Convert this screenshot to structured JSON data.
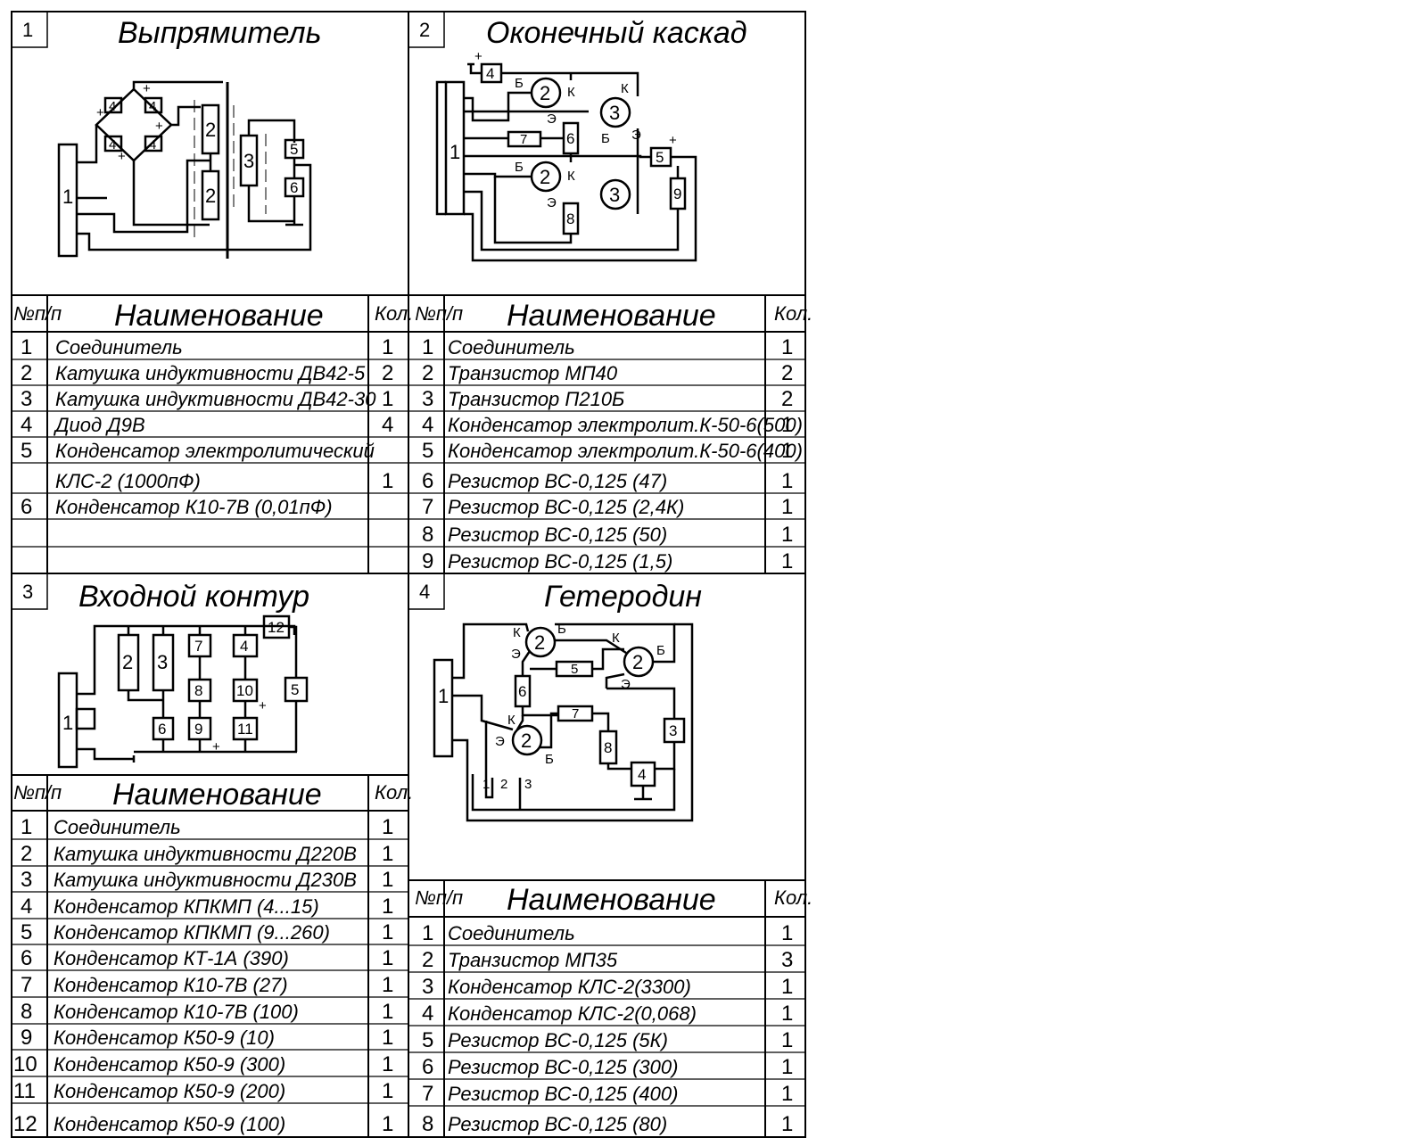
{
  "panels": [
    {
      "number": "1",
      "title": "Выпрямитель",
      "table": {
        "headers": [
          "№п/п",
          "Наименование",
          "Кол."
        ],
        "rows": [
          {
            "n": "1",
            "name": "Соединитель",
            "qty": "1"
          },
          {
            "n": "2",
            "name": "Катушка индуктивности ДВ42-5",
            "qty": "2"
          },
          {
            "n": "3",
            "name": "Катушка индуктивности ДВ42-30",
            "qty": "1"
          },
          {
            "n": "4",
            "name": "Диод Д9В",
            "qty": "4"
          },
          {
            "n": "5",
            "name": "Конденсатор электролитический",
            "qty": ""
          },
          {
            "n": "",
            "name": "КЛС-2 (1000пФ)",
            "qty": "1"
          },
          {
            "n": "6",
            "name": "Конденсатор К10-7В (0,01пФ)",
            "qty": ""
          },
          {
            "n": "",
            "name": "",
            "qty": ""
          },
          {
            "n": "",
            "name": "",
            "qty": ""
          }
        ]
      }
    },
    {
      "number": "2",
      "title": "Оконечный каскад",
      "table": {
        "headers": [
          "№п/п",
          "Наименование",
          "Кол."
        ],
        "rows": [
          {
            "n": "1",
            "name": "Соединитель",
            "qty": "1"
          },
          {
            "n": "2",
            "name": "Транзистор МП40",
            "qty": "2"
          },
          {
            "n": "3",
            "name": "Транзистор П210Б",
            "qty": "2"
          },
          {
            "n": "4",
            "name": "Конденсатор электролит.К-50-6(500)",
            "qty": "1"
          },
          {
            "n": "5",
            "name": "Конденсатор электролит.К-50-6(400)",
            "qty": "1"
          },
          {
            "n": "6",
            "name": "Резистор ВС-0,125 (47)",
            "qty": "1"
          },
          {
            "n": "7",
            "name": "Резистор ВС-0,125 (2,4К)",
            "qty": "1"
          },
          {
            "n": "8",
            "name": "Резистор ВС-0,125 (50)",
            "qty": "1"
          },
          {
            "n": "9",
            "name": "Резистор ВС-0,125 (1,5)",
            "qty": "1"
          }
        ]
      }
    },
    {
      "number": "3",
      "title": "Входной контур",
      "table": {
        "headers": [
          "№п/п",
          "Наименование",
          "Кол."
        ],
        "rows": [
          {
            "n": "1",
            "name": "Соединитель",
            "qty": "1"
          },
          {
            "n": "2",
            "name": "Катушка индуктивности Д220В",
            "qty": "1"
          },
          {
            "n": "3",
            "name": "Катушка индуктивности Д230В",
            "qty": "1"
          },
          {
            "n": "4",
            "name": "Конденсатор КПКМП (4...15)",
            "qty": "1"
          },
          {
            "n": "5",
            "name": "Конденсатор КПКМП (9...260)",
            "qty": "1"
          },
          {
            "n": "6",
            "name": "Конденсатор КТ-1А (390)",
            "qty": "1"
          },
          {
            "n": "7",
            "name": "Конденсатор К10-7В (27)",
            "qty": "1"
          },
          {
            "n": "8",
            "name": "Конденсатор К10-7В (100)",
            "qty": "1"
          },
          {
            "n": "9",
            "name": "Конденсатор К50-9 (10)",
            "qty": "1"
          },
          {
            "n": "10",
            "name": "Конденсатор К50-9 (300)",
            "qty": "1"
          },
          {
            "n": "11",
            "name": "Конденсатор К50-9 (200)",
            "qty": "1"
          },
          {
            "n": "12",
            "name": "Конденсатор К50-9 (100)",
            "qty": "1"
          }
        ]
      }
    },
    {
      "number": "4",
      "title": "Гетеродин",
      "table": {
        "headers": [
          "№п/п",
          "Наименование",
          "Кол."
        ],
        "rows": [
          {
            "n": "1",
            "name": "Соединитель",
            "qty": "1"
          },
          {
            "n": "2",
            "name": "Транзистор МП35",
            "qty": "3"
          },
          {
            "n": "3",
            "name": "Конденсатор КЛС-2(3300)",
            "qty": "1"
          },
          {
            "n": "4",
            "name": "Конденсатор КЛС-2(0,068)",
            "qty": "1"
          },
          {
            "n": "5",
            "name": "Резистор ВС-0,125 (5К)",
            "qty": "1"
          },
          {
            "n": "6",
            "name": "Резистор ВС-0,125 (300)",
            "qty": "1"
          },
          {
            "n": "7",
            "name": "Резистор ВС-0,125 (400)",
            "qty": "1"
          },
          {
            "n": "8",
            "name": "Резистор ВС-0,125 (80)",
            "qty": "1"
          }
        ]
      }
    }
  ],
  "schematics": {
    "rect": {
      "conn": "1",
      "coil_a": "2",
      "coil_b": "2",
      "coil3": "3",
      "c5": "5",
      "c6": "6",
      "diode": "4",
      "plus": "+"
    },
    "amp": {
      "conn": "1",
      "c4": "4",
      "t2": "2",
      "t3": "3",
      "r6": "6",
      "r7": "7",
      "r8": "8",
      "c5": "5",
      "r9": "9",
      "b": "Б",
      "k": "К",
      "e": "Э",
      "plus": "+"
    },
    "input": {
      "conn": "1",
      "l2": "2",
      "l3": "3",
      "c7": "7",
      "c8": "8",
      "c9": "9",
      "c6": "6",
      "c4": "4",
      "c10": "10",
      "c11": "11",
      "c12": "12",
      "c5": "5",
      "plus": "+"
    },
    "osc": {
      "conn": "1",
      "t": "2",
      "r5": "5",
      "r6": "6",
      "r7": "7",
      "r8": "8",
      "c3": "3",
      "c4": "4",
      "b": "Б",
      "k": "К",
      "e": "Э",
      "p1": "1",
      "p2": "2",
      "p3": "3"
    }
  }
}
